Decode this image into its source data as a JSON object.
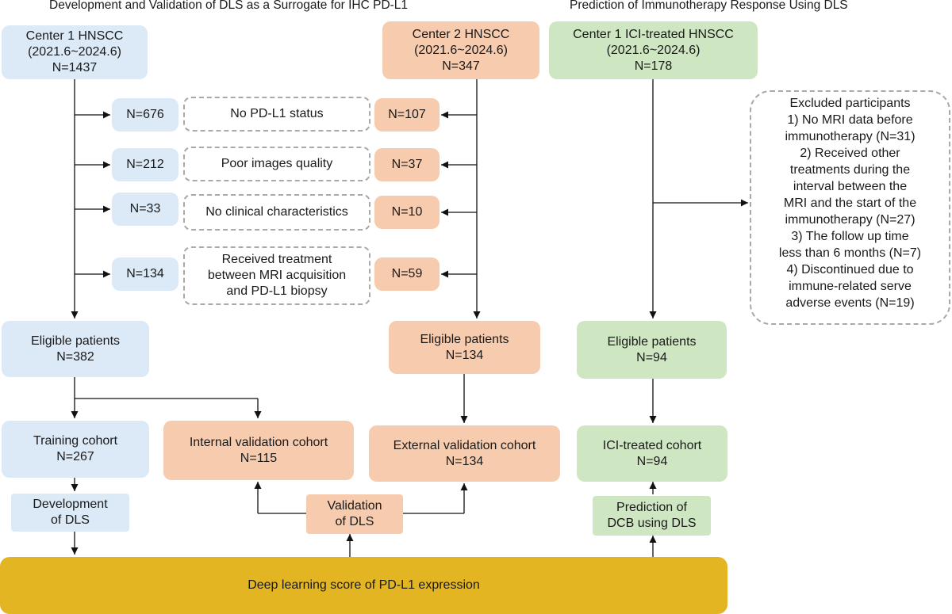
{
  "headers": {
    "left": "Development and Validation of DLS as a Surrogate for IHC PD-L1",
    "right": "Prediction of Immunotherapy Response Using DLS"
  },
  "center1": {
    "title": "Center 1 HNSCC",
    "period": "(2021.6~2024.6)",
    "n": "N=1437"
  },
  "center2": {
    "title": "Center 2 HNSCC",
    "period": "(2021.6~2024.6)",
    "n": "N=347"
  },
  "center1_ici": {
    "title": "Center 1 ICI-treated HNSCC",
    "period": "(2021.6~2024.6)",
    "n": "N=178"
  },
  "exclusions": [
    {
      "reason": "No PD-L1 status",
      "center1_n": "N=676",
      "center2_n": "N=107"
    },
    {
      "reason": "Poor images quality",
      "center1_n": "N=212",
      "center2_n": "N=37"
    },
    {
      "reason": "No clinical characteristics",
      "center1_n": "N=33",
      "center2_n": "N=10"
    },
    {
      "reason_lines": [
        "Received treatment",
        "between MRI acquisition",
        "and PD-L1 biopsy"
      ],
      "center1_n": "N=134",
      "center2_n": "N=59"
    }
  ],
  "excluded_participants": {
    "title": "Excluded participants",
    "lines": [
      "1) No MRI data before",
      "immunotherapy (N=31)",
      "2) Received other",
      "treatments during the",
      "interval between the",
      "MRI and the start  of the",
      "immunotherapy (N=27)",
      "3) The follow up time",
      "less than 6 months (N=7)",
      "4) Discontinued due to",
      "immune-related serve",
      "adverse events (N=19)"
    ]
  },
  "eligible_c1": {
    "label": "Eligible patients",
    "n": "N=382"
  },
  "eligible_c2": {
    "label": "Eligible patients",
    "n": "N=134"
  },
  "eligible_ici": {
    "label": "Eligible patients",
    "n": "N=94"
  },
  "training": {
    "label": "Training cohort",
    "n": "N=267"
  },
  "internal_val": {
    "label": "Internal validation cohort",
    "n": "N=115"
  },
  "external_val": {
    "label": "External validation cohort",
    "n": "N=134"
  },
  "ici_cohort": {
    "label": "ICI-treated cohort",
    "n": "N=94"
  },
  "development": {
    "line1": "Development",
    "line2": "of DLS"
  },
  "validation": {
    "line1": "Validation",
    "line2": "of DLS"
  },
  "prediction": {
    "line1": "Prediction of",
    "line2": "DCB using DLS"
  },
  "dls_bar": {
    "label": "Deep learning score of PD-L1 expression"
  },
  "colors": {
    "blue": "#dce9f6",
    "orange": "#f7cbae",
    "green": "#cfe6c3",
    "gold": "#e3b522"
  }
}
